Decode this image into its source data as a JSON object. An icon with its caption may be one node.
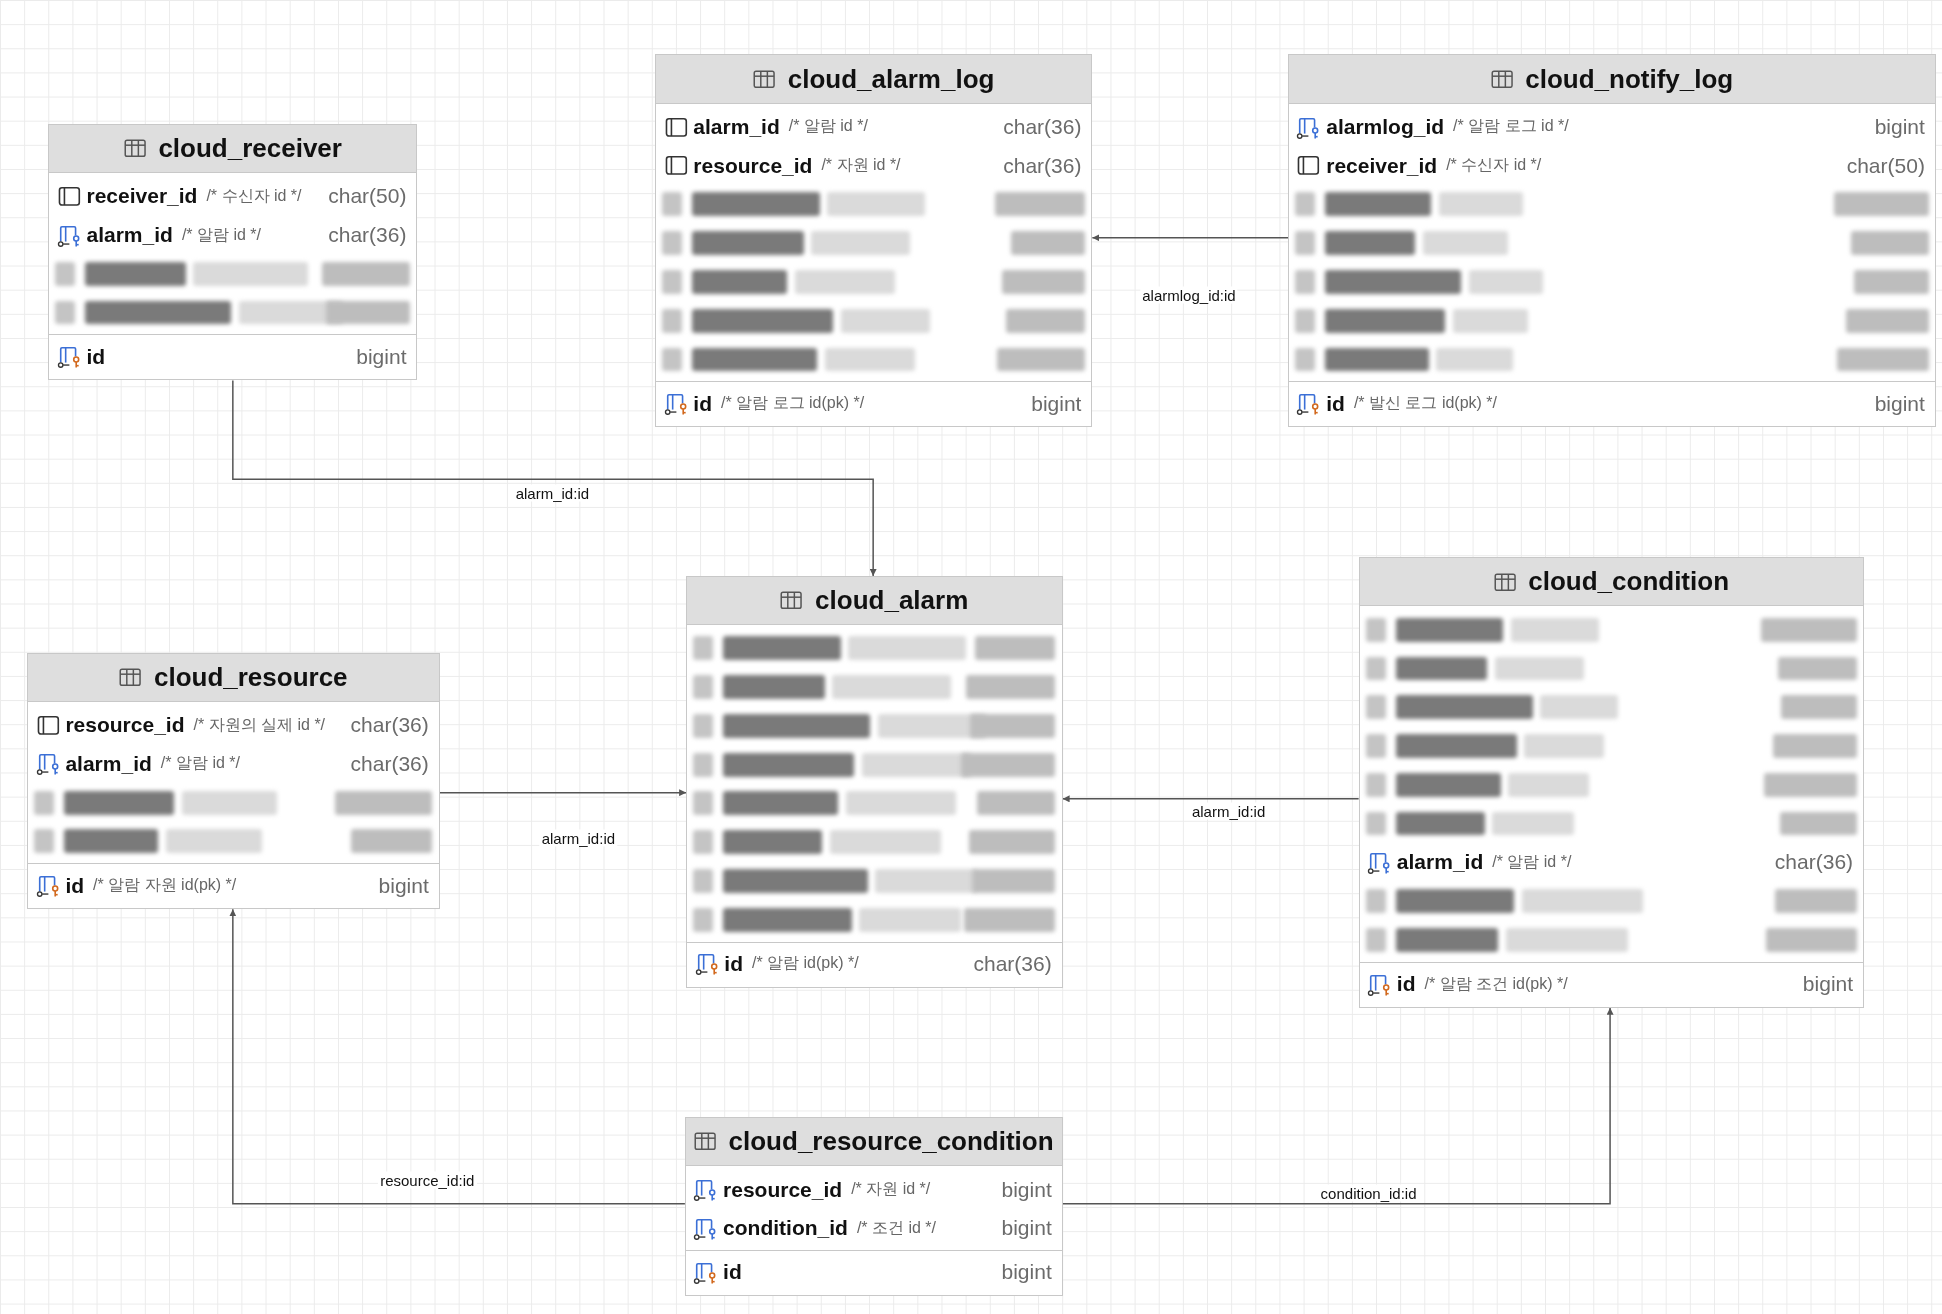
{
  "diagram": {
    "nodes": [
      {
        "text": [
          "cloud_receiver"
        ]
      },
      {
        "text": [
          "receiver_id",
          "/* 수신자 id */",
          "char(50)"
        ],
        "in": 0
      },
      {
        "text": [
          "alarm_id",
          "/* 알람 id */",
          "char(36)"
        ],
        "in": 0
      },
      {
        "text": [],
        "shape": "bar",
        "in": 0
      },
      {
        "text": [],
        "shape": "bar",
        "in": 0
      },
      {
        "text": [
          "id",
          "bigint"
        ],
        "in": 0
      },
      {
        "text": [
          "cloud_alarm_log"
        ]
      },
      {
        "text": [
          "alarm_id",
          "/* 알람 id */",
          "char(36)"
        ],
        "in": 6
      },
      {
        "text": [
          "resource_id",
          "/* 자원 id */",
          "char(36)"
        ],
        "in": 6
      },
      {
        "text": [],
        "shape": "bar",
        "in": 6
      },
      {
        "text": [],
        "shape": "bar",
        "in": 6
      },
      {
        "text": [],
        "shape": "bar",
        "in": 6
      },
      {
        "text": [],
        "shape": "bar",
        "in": 6
      },
      {
        "text": [],
        "shape": "bar",
        "in": 6
      },
      {
        "text": [
          "id",
          "/* 알람 로그 id(pk) */",
          "bigint"
        ],
        "in": 6
      },
      {
        "text": [
          "cloud_notify_log"
        ]
      },
      {
        "text": [
          "alarmlog_id",
          "/* 알람 로그 id */",
          "bigint"
        ],
        "in": 15
      },
      {
        "text": [
          "receiver_id",
          "/* 수신자 id */",
          "char(50)"
        ],
        "in": 15
      },
      {
        "text": [],
        "shape": "bar",
        "in": 15
      },
      {
        "text": [],
        "shape": "bar",
        "in": 15
      },
      {
        "text": [],
        "shape": "bar",
        "in": 15
      },
      {
        "text": [],
        "shape": "bar",
        "in": 15
      },
      {
        "text": [],
        "shape": "bar",
        "in": 15
      },
      {
        "text": [
          "id",
          "/* 발신 로그 id(pk) */",
          "bigint"
        ],
        "in": 15
      },
      {
        "text": [
          "cloud_alarm"
        ]
      },
      {
        "text": [],
        "shape": "bar",
        "in": 24
      },
      {
        "text": [],
        "shape": "bar",
        "in": 24
      },
      {
        "text": [],
        "shape": "bar",
        "in": 24
      },
      {
        "text": [],
        "shape": "bar",
        "in": 24
      },
      {
        "text": [],
        "shape": "bar",
        "in": 24
      },
      {
        "text": [],
        "shape": "bar",
        "in": 24
      },
      {
        "text": [],
        "shape": "bar",
        "in": 24
      },
      {
        "text": [],
        "shape": "bar",
        "in": 24
      },
      {
        "text": [
          "id",
          "/* 알람 id(pk) */",
          "char(36)"
        ],
        "in": 24
      },
      {
        "text": [
          "cloud_resource"
        ]
      },
      {
        "text": [
          "resource_id",
          "/* 자원의 실제 id */",
          "char(36)"
        ],
        "in": 34
      },
      {
        "text": [
          "alarm_id",
          "/* 알람 id */",
          "char(36)"
        ],
        "in": 34
      },
      {
        "text": [],
        "shape": "bar",
        "in": 34
      },
      {
        "text": [],
        "shape": "bar",
        "in": 34
      },
      {
        "text": [
          "id",
          "/* 알람 자원 id(pk) */",
          "bigint"
        ],
        "in": 34
      },
      {
        "text": [
          "cloud_condition"
        ]
      },
      {
        "text": [],
        "shape": "bar",
        "in": 40
      },
      {
        "text": [],
        "shape": "bar",
        "in": 40
      },
      {
        "text": [],
        "shape": "bar",
        "in": 40
      },
      {
        "text": [],
        "shape": "bar",
        "in": 40
      },
      {
        "text": [],
        "shape": "bar",
        "in": 40
      },
      {
        "text": [],
        "shape": "bar",
        "in": 40
      },
      {
        "text": [
          "alarm_id",
          "/* 알람 id */",
          "char(36)"
        ],
        "in": 40
      },
      {
        "text": [],
        "shape": "bar",
        "in": 40
      },
      {
        "text": [],
        "shape": "bar",
        "in": 40
      },
      {
        "text": [
          "id",
          "/* 알람 조건 id(pk) */",
          "bigint"
        ],
        "in": 40
      },
      {
        "text": [
          "cloud_resource_condition"
        ]
      },
      {
        "text": [
          "resource_id",
          "/* 자원 id */",
          "bigint"
        ],
        "in": 51
      },
      {
        "text": [
          "condition_id",
          "/* 조건 id */",
          "bigint"
        ],
        "in": 51
      },
      {
        "text": [
          "id",
          "bigint"
        ],
        "in": 51
      }
    ],
    "edges": [
      {
        "from": 0,
        "to": 24,
        "arrow": "to",
        "label": "alarm_id:id"
      },
      {
        "from": 15,
        "to": 6,
        "arrow": "to",
        "label": "alarmlog_id:id"
      },
      {
        "from": 34,
        "to": 24,
        "arrow": "to",
        "label": "alarm_id:id"
      },
      {
        "from": 40,
        "to": 24,
        "arrow": "to",
        "label": "alarm_id:id"
      },
      {
        "from": 51,
        "to": 34,
        "arrow": "to",
        "label": "resource_id:id"
      },
      {
        "from": 51,
        "to": 40,
        "arrow": "to",
        "label": "condition_id:id"
      }
    ]
  }
}
